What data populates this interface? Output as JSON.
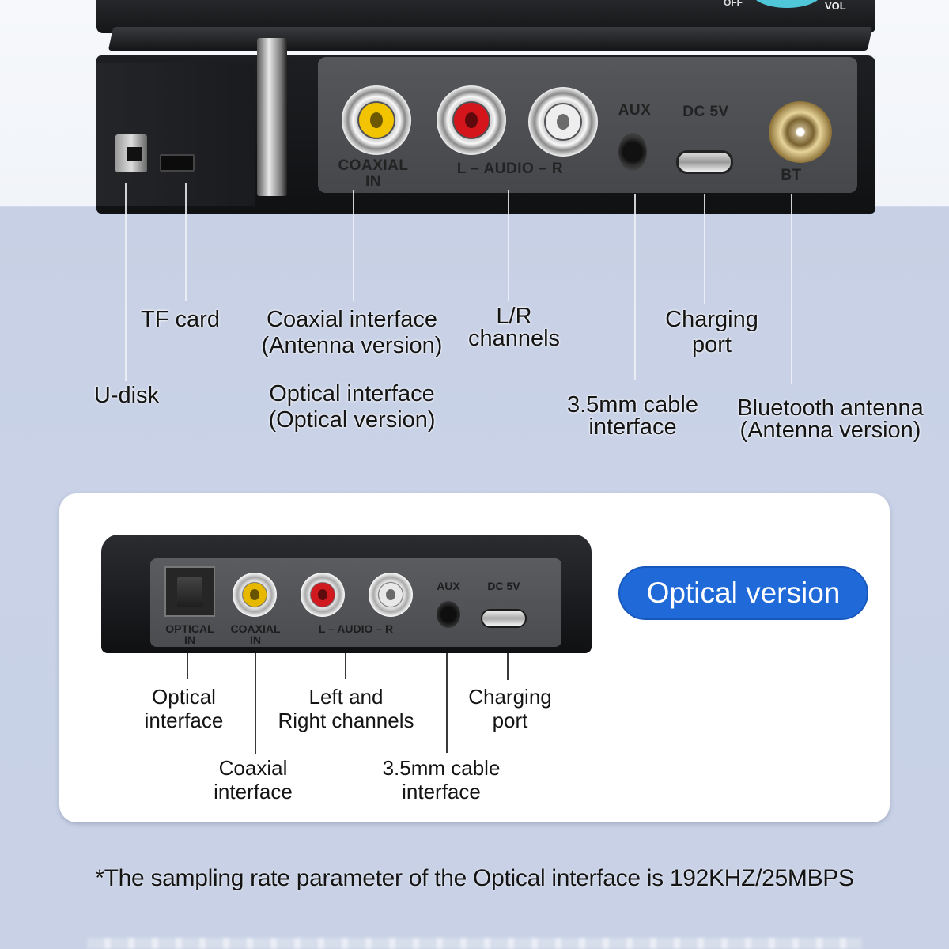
{
  "top_device": {
    "top_labels": {
      "off": "OFF",
      "vol": "VOL"
    },
    "port_labels": {
      "coaxial_in": "COAXIAL\nIN",
      "audio": "L – AUDIO – R",
      "aux": "AUX",
      "dc": "DC 5V",
      "bt": "BT"
    },
    "rca_colors": {
      "coaxial": "#f2c400",
      "left": "#d4151b",
      "right": "#eeeeee"
    }
  },
  "top_callouts": {
    "tf_card": "TF card",
    "u_disk": "U-disk",
    "coaxial_line1": "Coaxial interface",
    "coaxial_line2": "(Antenna version)",
    "optical_line1": "Optical interface",
    "optical_line2": "(Optical version)",
    "lr_line1": "L/R",
    "lr_line2": "channels",
    "charging_line1": "Charging",
    "charging_line2": "port",
    "cable_line1": "3.5mm cable",
    "cable_line2": "interface",
    "bt_line1": "Bluetooth antenna",
    "bt_line2": "(Antenna version)"
  },
  "optical_card": {
    "badge": "Optical version",
    "badge_color": "#1f6ad8",
    "port_labels": {
      "optical_in_1": "OPTICAL",
      "optical_in_2": "IN",
      "coaxial_in_1": "COAXIAL",
      "coaxial_in_2": "IN",
      "audio": "L – AUDIO – R",
      "aux": "AUX",
      "dc": "DC 5V"
    },
    "callouts": {
      "optical_line1": "Optical",
      "optical_line2": "interface",
      "coaxial_line1": "Coaxial",
      "coaxial_line2": "interface",
      "lr_line1": "Left and",
      "lr_line2": "Right channels",
      "cable_line1": "3.5mm cable",
      "cable_line2": "interface",
      "charging_line1": "Charging",
      "charging_line2": "port"
    }
  },
  "footnote": "*The sampling rate parameter of the Optical interface is 192KHZ/25MBPS"
}
